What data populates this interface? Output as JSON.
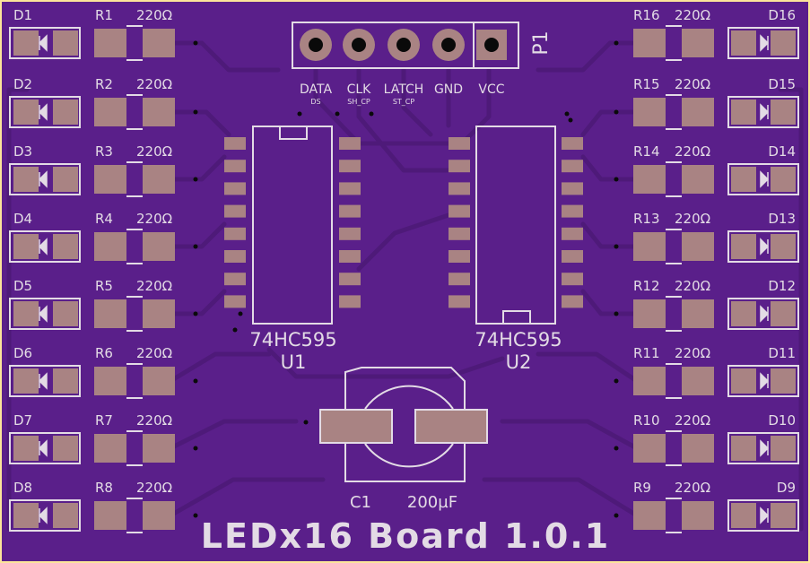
{
  "board": {
    "title": "LEDx16 Board 1.0.1",
    "colors": {
      "outline": "#fce59a",
      "substrate": "#5a1f8a",
      "trace": "#4e1a79",
      "silk": "#e3dbe5",
      "pad": "#a98383",
      "hole": "#0a0a0a"
    }
  },
  "connector": {
    "ref": "P1",
    "pins": [
      {
        "label": "DATA",
        "sub": "DS"
      },
      {
        "label": "CLK",
        "sub": "SH_CP"
      },
      {
        "label": "LATCH",
        "sub": "ST_CP"
      },
      {
        "label": "GND",
        "sub": ""
      },
      {
        "label": "VCC",
        "sub": ""
      }
    ]
  },
  "ics": [
    {
      "ref": "U1",
      "value": "74HC595"
    },
    {
      "ref": "U2",
      "value": "74HC595"
    }
  ],
  "capacitor": {
    "ref": "C1",
    "value": "200µF"
  },
  "left_rows": [
    {
      "led": "D1",
      "res": "R1",
      "value": "220Ω"
    },
    {
      "led": "D2",
      "res": "R2",
      "value": "220Ω"
    },
    {
      "led": "D3",
      "res": "R3",
      "value": "220Ω"
    },
    {
      "led": "D4",
      "res": "R4",
      "value": "220Ω"
    },
    {
      "led": "D5",
      "res": "R5",
      "value": "220Ω"
    },
    {
      "led": "D6",
      "res": "R6",
      "value": "220Ω"
    },
    {
      "led": "D7",
      "res": "R7",
      "value": "220Ω"
    },
    {
      "led": "D8",
      "res": "R8",
      "value": "220Ω"
    }
  ],
  "right_rows": [
    {
      "led": "D16",
      "res": "R16",
      "value": "220Ω"
    },
    {
      "led": "D15",
      "res": "R15",
      "value": "220Ω"
    },
    {
      "led": "D14",
      "res": "R14",
      "value": "220Ω"
    },
    {
      "led": "D13",
      "res": "R13",
      "value": "220Ω"
    },
    {
      "led": "D12",
      "res": "R12",
      "value": "220Ω"
    },
    {
      "led": "D11",
      "res": "R11",
      "value": "220Ω"
    },
    {
      "led": "D10",
      "res": "R10",
      "value": "220Ω"
    },
    {
      "led": "D9",
      "res": "R9",
      "value": "220Ω"
    }
  ]
}
